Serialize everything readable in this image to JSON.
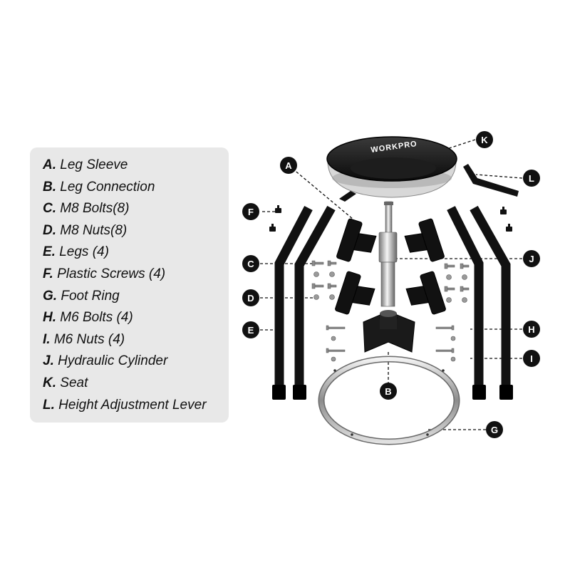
{
  "parts": [
    {
      "letter": "A.",
      "name": "Leg Sleeve"
    },
    {
      "letter": "B.",
      "name": "Leg Connection"
    },
    {
      "letter": "C.",
      "name": "M8 Bolts(8)"
    },
    {
      "letter": "D.",
      "name": "M8 Nuts(8)"
    },
    {
      "letter": "E.",
      "name": "Legs (4)"
    },
    {
      "letter": "F.",
      "name": "Plastic Screws (4)"
    },
    {
      "letter": "G.",
      "name": "Foot Ring"
    },
    {
      "letter": "H.",
      "name": "M6 Bolts (4)"
    },
    {
      "letter": "I.",
      "name": "M6 Nuts (4)"
    },
    {
      "letter": "J.",
      "name": "Hydraulic Cylinder"
    },
    {
      "letter": "K.",
      "name": "Seat"
    },
    {
      "letter": "L.",
      "name": "Height Adjustment Lever"
    }
  ],
  "callouts": {
    "A": "A",
    "B": "B",
    "C": "C",
    "D": "D",
    "E": "E",
    "F": "F",
    "G": "G",
    "H": "H",
    "I": "I",
    "J": "J",
    "K": "K",
    "L": "L"
  },
  "seat": {
    "brand": "WORKPRO"
  },
  "colors": {
    "panel": "#e8e8e8",
    "parts": "#111111",
    "chrome": "#b8b8b8",
    "callout": "#111111"
  }
}
